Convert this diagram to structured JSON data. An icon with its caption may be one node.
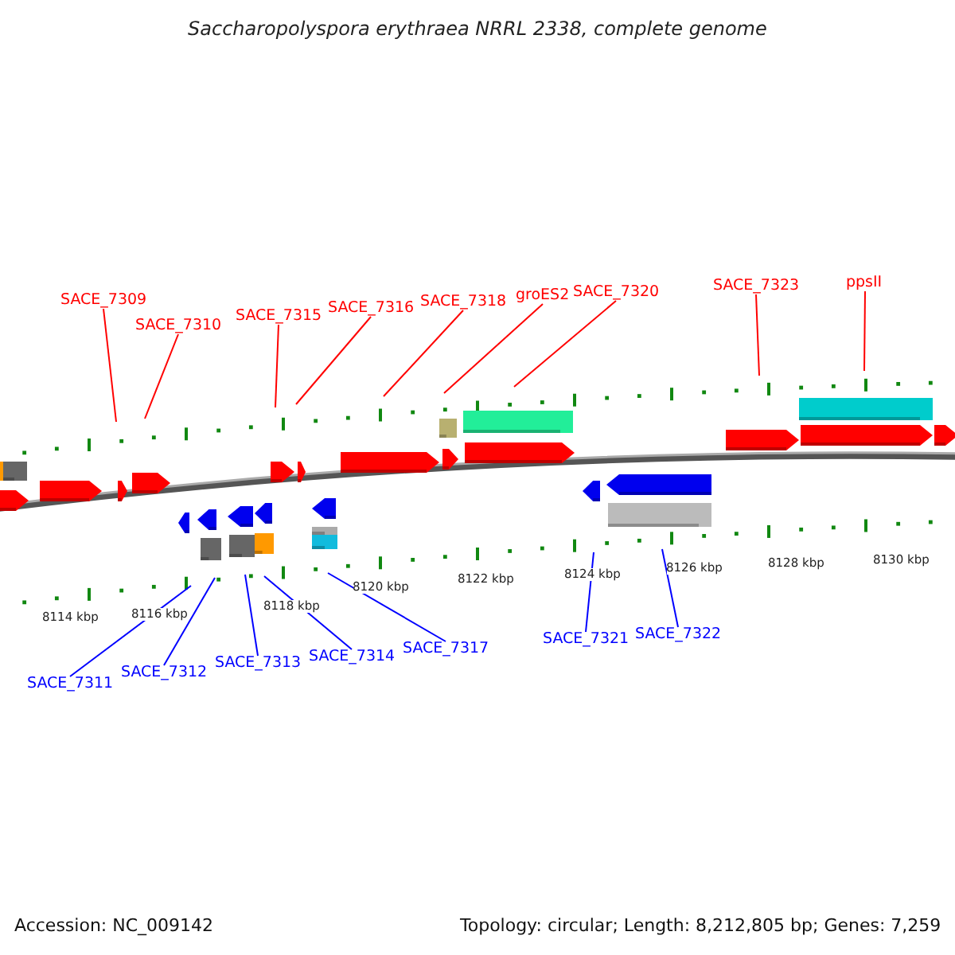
{
  "diagram": {
    "title": "Saccharopolyspora erythraea NRRL 2338, complete genome",
    "nodes": [
      {
        "text": [
          "SACE_7309"
        ]
      },
      {
        "text": [
          "SACE_7310"
        ]
      },
      {
        "text": [
          "SACE_7315"
        ]
      },
      {
        "text": [
          "SACE_7316"
        ]
      },
      {
        "text": [
          "SACE_7318"
        ]
      },
      {
        "text": [
          "groES2"
        ]
      },
      {
        "text": [
          "SACE_7320"
        ]
      },
      {
        "text": [
          "SACE_7323"
        ]
      },
      {
        "text": [
          "ppsII"
        ]
      },
      {
        "text": [
          "SACE_7311"
        ]
      },
      {
        "text": [
          "SACE_7312"
        ]
      },
      {
        "text": [
          "SACE_7313"
        ]
      },
      {
        "text": [
          "SACE_7314"
        ]
      },
      {
        "text": [
          "SACE_7317"
        ]
      },
      {
        "text": [
          "SACE_7321"
        ]
      },
      {
        "text": [
          "SACE_7322"
        ]
      }
    ],
    "edges": [
      {
        "from": 0,
        "to": null,
        "arrow": "none"
      },
      {
        "from": 1,
        "to": null,
        "arrow": "none"
      },
      {
        "from": 2,
        "to": null,
        "arrow": "none"
      },
      {
        "from": 3,
        "to": null,
        "arrow": "none"
      },
      {
        "from": 4,
        "to": null,
        "arrow": "none"
      },
      {
        "from": 5,
        "to": null,
        "arrow": "none"
      },
      {
        "from": 6,
        "to": null,
        "arrow": "none"
      },
      {
        "from": 7,
        "to": null,
        "arrow": "none"
      },
      {
        "from": 8,
        "to": null,
        "arrow": "none"
      },
      {
        "from": 9,
        "to": null,
        "arrow": "none",
        "color": "#0000ff"
      },
      {
        "from": 10,
        "to": null,
        "arrow": "none",
        "color": "#0000ff"
      },
      {
        "from": 11,
        "to": null,
        "arrow": "none",
        "color": "#0000ff"
      },
      {
        "from": 12,
        "to": null,
        "arrow": "none",
        "color": "#0000ff"
      },
      {
        "from": 13,
        "to": null,
        "arrow": "none",
        "color": "#0000ff"
      },
      {
        "from": 14,
        "to": null,
        "arrow": "none",
        "color": "#0000ff"
      },
      {
        "from": 15,
        "to": null,
        "arrow": "none",
        "color": "#0000ff"
      }
    ],
    "labels": [
      "8114 kbp",
      "8116 kbp",
      "8118 kbp",
      "8120 kbp",
      "8122 kbp",
      "8124 kbp",
      "8126 kbp",
      "8128 kbp",
      "8130 kbp",
      "Accession: NC_009142",
      "Topology: circular; Length: 8,212,805 bp; Genes: 7,259"
    ]
  }
}
